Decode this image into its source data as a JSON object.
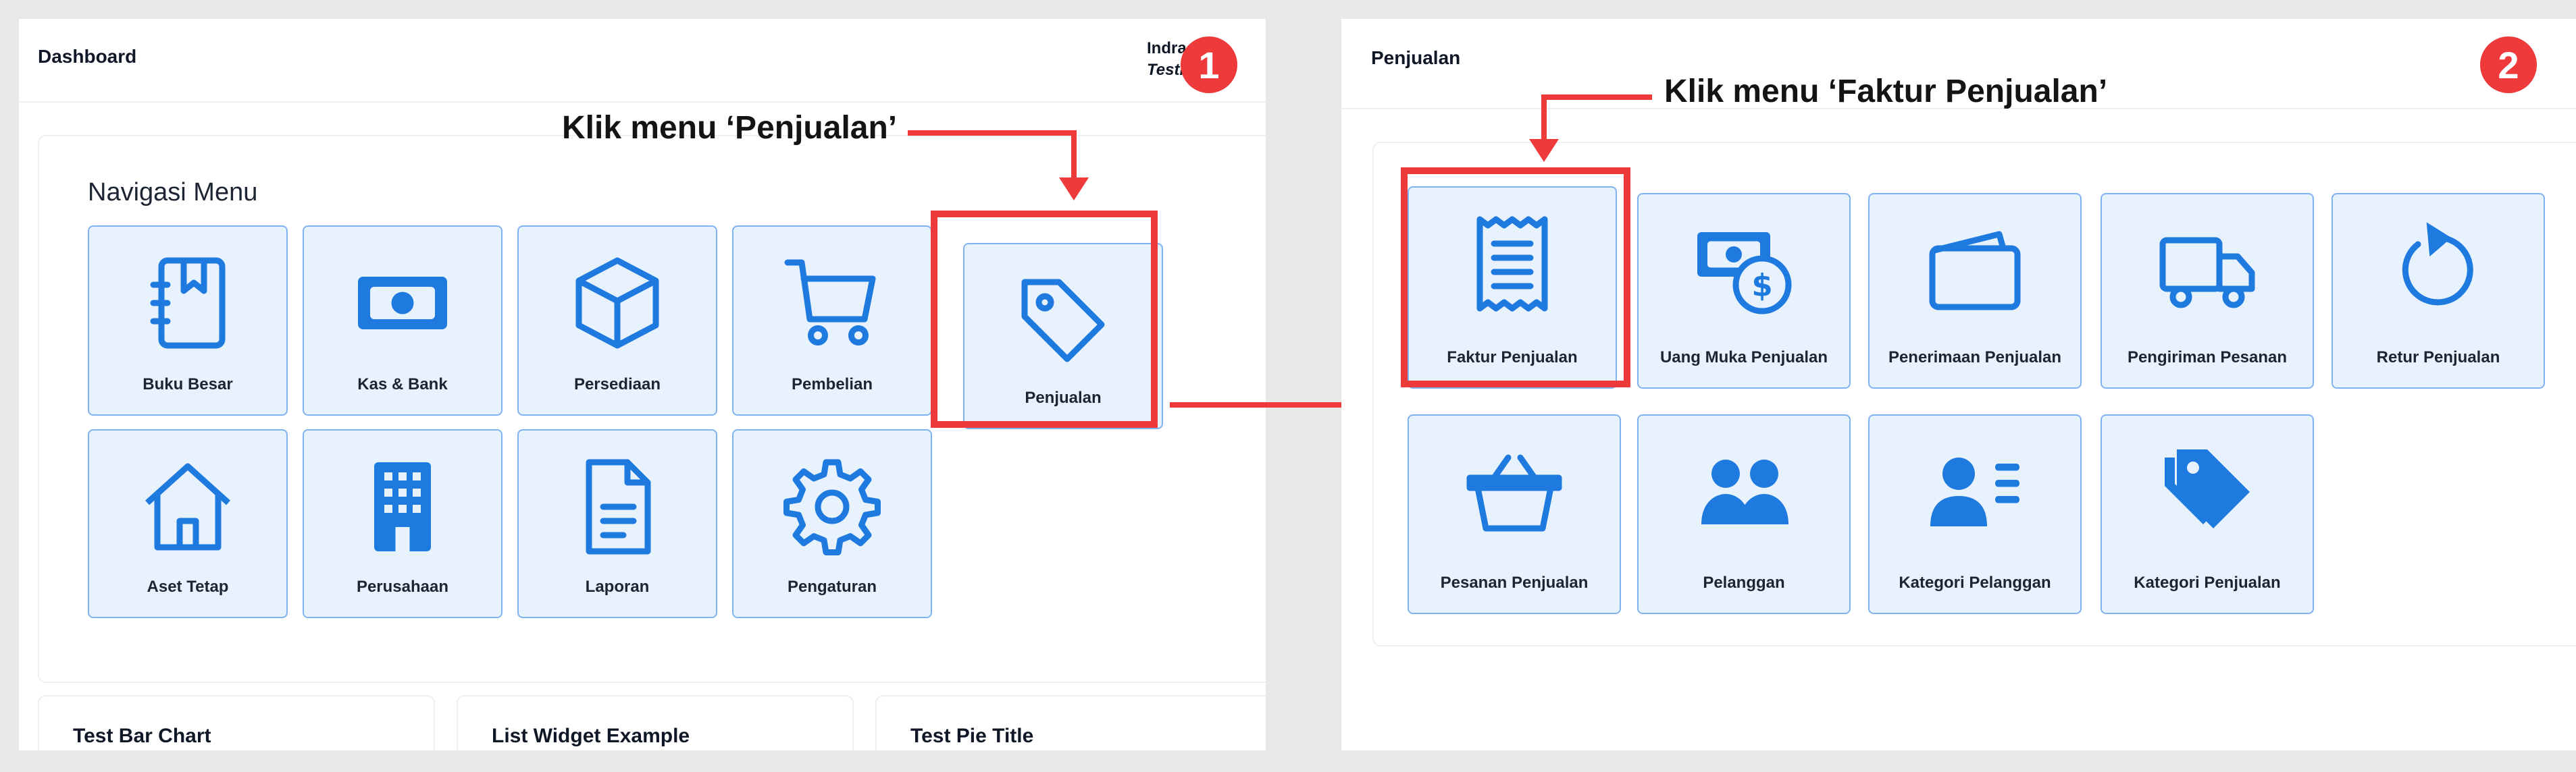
{
  "panel1": {
    "header_title": "Dashboard",
    "user_name": "Indra",
    "user_role": "Testi",
    "nav_title": "Navigasi Menu",
    "tiles": [
      {
        "label": "Buku Besar",
        "icon": "ledger-book-icon"
      },
      {
        "label": "Kas & Bank",
        "icon": "banknote-icon"
      },
      {
        "label": "Persediaan",
        "icon": "box-icon"
      },
      {
        "label": "Pembelian",
        "icon": "shopping-cart-icon"
      },
      {
        "label": "Penjualan",
        "icon": "price-tag-icon"
      },
      {
        "label": "Aset Tetap",
        "icon": "house-icon"
      },
      {
        "label": "Perusahaan",
        "icon": "building-icon"
      },
      {
        "label": "Laporan",
        "icon": "document-icon"
      },
      {
        "label": "Pengaturan",
        "icon": "gear-icon"
      }
    ],
    "bottom_cards": [
      "Test Bar Chart",
      "List Widget Example",
      "Test Pie Title"
    ]
  },
  "panel2": {
    "header_title": "Penjualan",
    "tiles": [
      {
        "label": "Faktur Penjualan",
        "icon": "receipt-icon"
      },
      {
        "label": "Uang Muka Penjualan",
        "icon": "cash-payment-icon"
      },
      {
        "label": "Penerimaan Penjualan",
        "icon": "wallet-icon"
      },
      {
        "label": "Pengiriman Pesanan",
        "icon": "delivery-truck-icon"
      },
      {
        "label": "Retur Penjualan",
        "icon": "return-arrow-icon"
      },
      {
        "label": "Pesanan Penjualan",
        "icon": "shopping-basket-icon"
      },
      {
        "label": "Pelanggan",
        "icon": "users-icon"
      },
      {
        "label": "Kategori Pelanggan",
        "icon": "contact-card-icon"
      },
      {
        "label": "Kategori Penjualan",
        "icon": "tags-icon"
      }
    ]
  },
  "annotations": {
    "step1_text": "Klik menu ‘Penjualan’",
    "step2_text": "Klik menu ‘Faktur Penjualan’",
    "badge1": "1",
    "badge2": "2"
  },
  "colors": {
    "accent": "#1f7ae0",
    "tile_bg": "#e8f2fd",
    "tile_border": "#7fb2ee",
    "highlight": "#ee3a3a"
  }
}
